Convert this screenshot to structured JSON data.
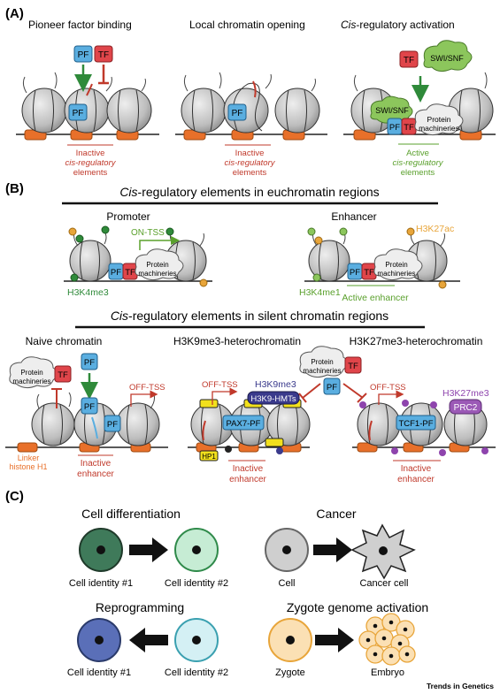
{
  "panelA": {
    "letter": "(A)",
    "titles": [
      "Pioneer factor binding",
      "Local chromatin opening",
      "Cis-regulatory activation"
    ],
    "cis_italic": "Cis",
    "cis_rest": "-regulatory activation",
    "pf": "PF",
    "tf": "TF",
    "swisnf": "SWI/SNF",
    "protein_machineries": [
      "Protein",
      "machineries"
    ],
    "inactive_label": [
      "Inactive",
      "cis-regulatory",
      "elements"
    ],
    "active_label": [
      "Active",
      "cis-regulatory",
      "elements"
    ]
  },
  "panelB": {
    "letter": "(B)",
    "eu_header_italic": "Cis",
    "eu_header_rest": "-regulatory elements in euchromatin regions",
    "silent_header_italic": "Cis",
    "silent_header_rest": "-regulatory elements in silent chromatin regions",
    "promoter": "Promoter",
    "enhancer": "Enhancer",
    "on_tss": "ON-TSS",
    "h3k4me3": "H3K4me3",
    "h3k4me1": "H3K4me1",
    "h3k27ac": "H3K27ac",
    "active_enhancer": "Active enhancer",
    "naive": "Naive chromatin",
    "h3k9_het": "H3K9me3-heterochromatin",
    "h3k27_het": "H3K27me3-heterochromatin",
    "off_tss": "OFF-TSS",
    "linker": [
      "Linker",
      "histone H1"
    ],
    "inactive_enhancer": [
      "Inactive",
      "enhancer"
    ],
    "h3k9me3": "H3K9me3",
    "h3k9_hmts": "H3K9-HMTs",
    "pax7_pf": "PAX7-PF",
    "hp1": "HP1",
    "h3k27me3": "H3K27me3",
    "prc2": "PRC2",
    "tcf1_pf": "TCF1-PF"
  },
  "panelC": {
    "letter": "(C)",
    "cell_diff": "Cell differentiation",
    "cancer": "Cancer",
    "reprogramming": "Reprogramming",
    "zga": "Zygote genome activation",
    "cell_id1": "Cell identity #1",
    "cell_id2": "Cell identity #2",
    "cell_id1_b": "Cell identity  #1",
    "cell_id2_b": "Cell identity  #2",
    "cell": "Cell",
    "cancer_cell": "Cancer cell",
    "zygote": "Zygote",
    "embryo": "Embryo"
  },
  "journal": "Trends in Genetics",
  "colors": {
    "pf": "#5aaee0",
    "tf": "#e0454a",
    "nuc": "#c8c8c8",
    "linker": "#e8702a",
    "green_arrow": "#2f8a3a",
    "red": "#c0392b",
    "swisnf": "#8cc65c",
    "h3k9hmt": "#3a3a8c",
    "hp1": "#f2e01c",
    "prc2": "#9b59b6",
    "purple": "#8e44ad"
  }
}
